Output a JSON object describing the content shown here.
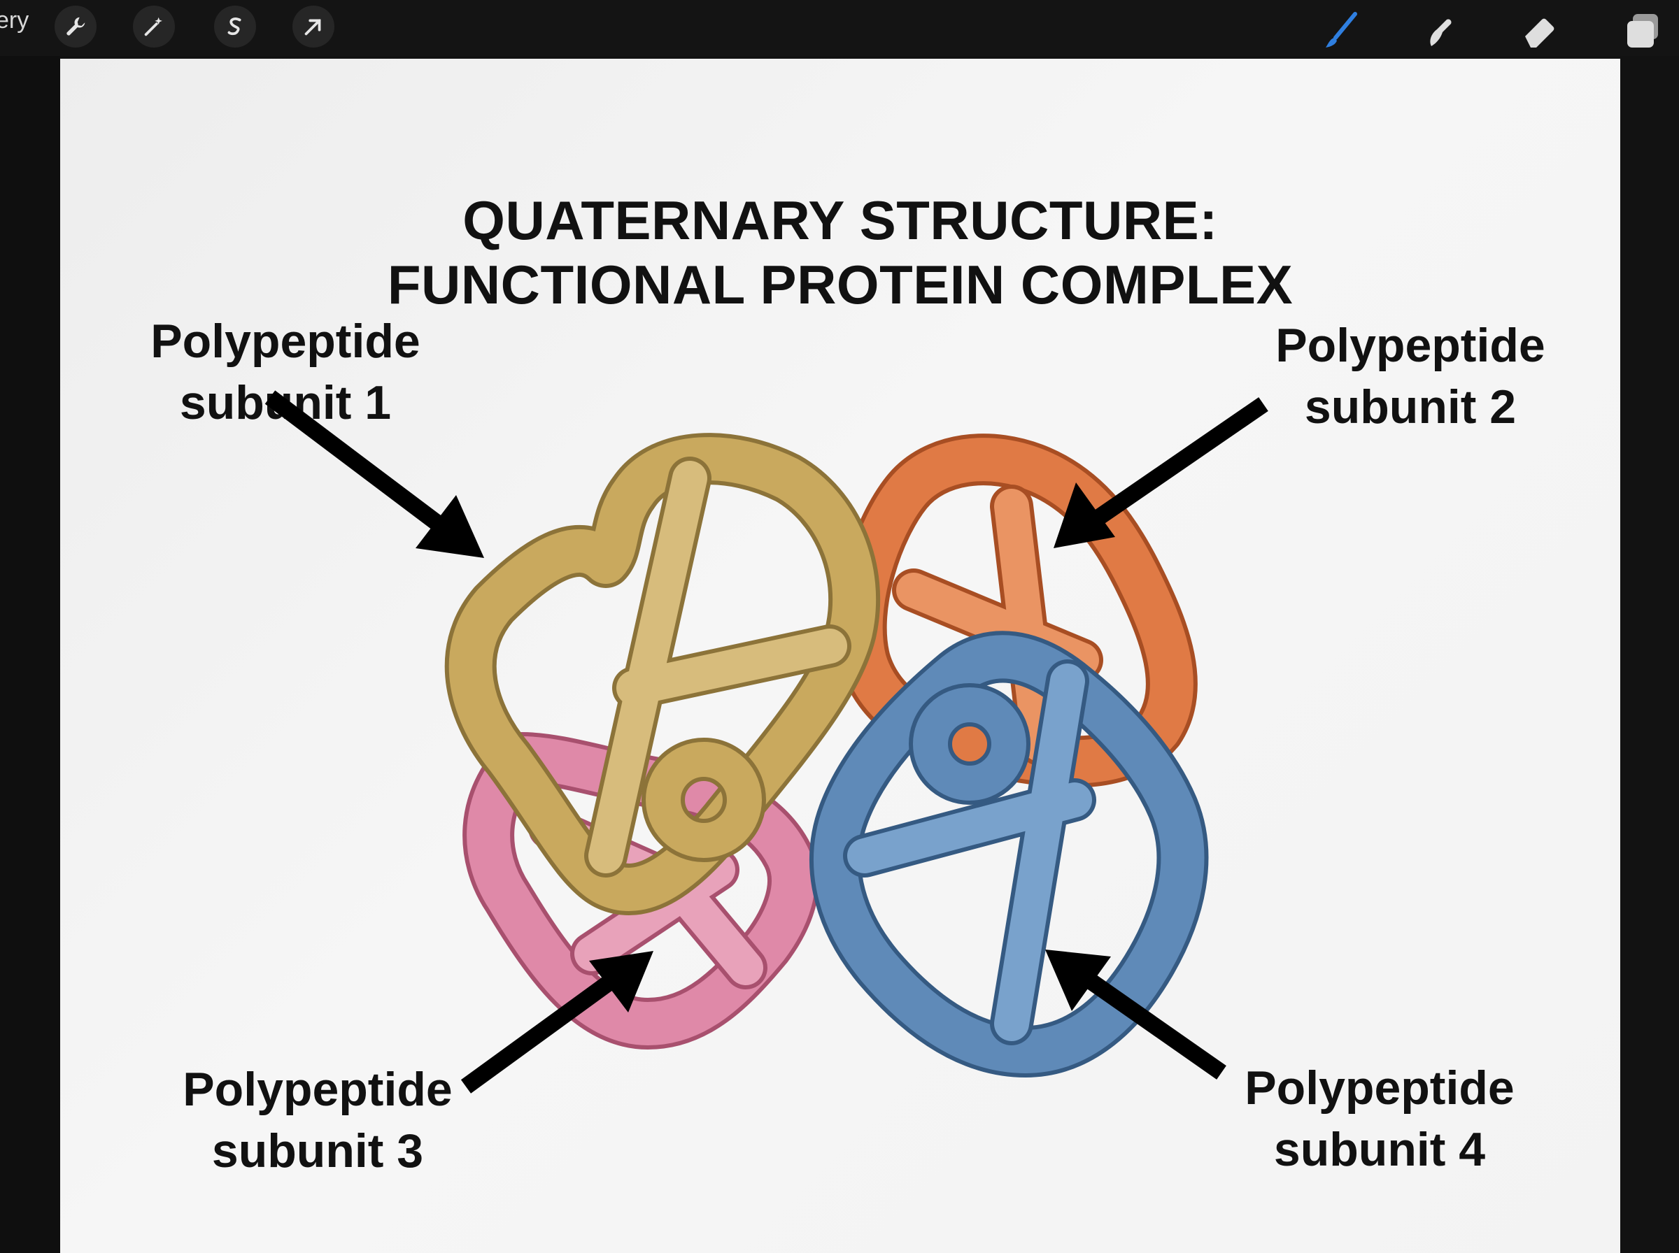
{
  "app": {
    "gallery_label": "ery",
    "left_tools": [
      "wrench-icon",
      "magic-wand-icon",
      "selection-icon",
      "transform-arrow-icon"
    ],
    "right_tools": [
      "brush-icon",
      "smudge-icon",
      "eraser-icon",
      "layers-icon"
    ],
    "accent_color": "#2f7fe0"
  },
  "diagram": {
    "title_line1": "QUATERNARY STRUCTURE:",
    "title_line2": "FUNCTIONAL PROTEIN COMPLEX",
    "subunits": [
      {
        "line1": "Polypeptide",
        "line2": "subunit 1",
        "color": "#c9a95e"
      },
      {
        "line1": "Polypeptide",
        "line2": "subunit 2",
        "color": "#e07a45"
      },
      {
        "line1": "Polypeptide",
        "line2": "subunit 3",
        "color": "#df89a8"
      },
      {
        "line1": "Polypeptide",
        "line2": "subunit 4",
        "color": "#5f8ab8"
      }
    ]
  }
}
